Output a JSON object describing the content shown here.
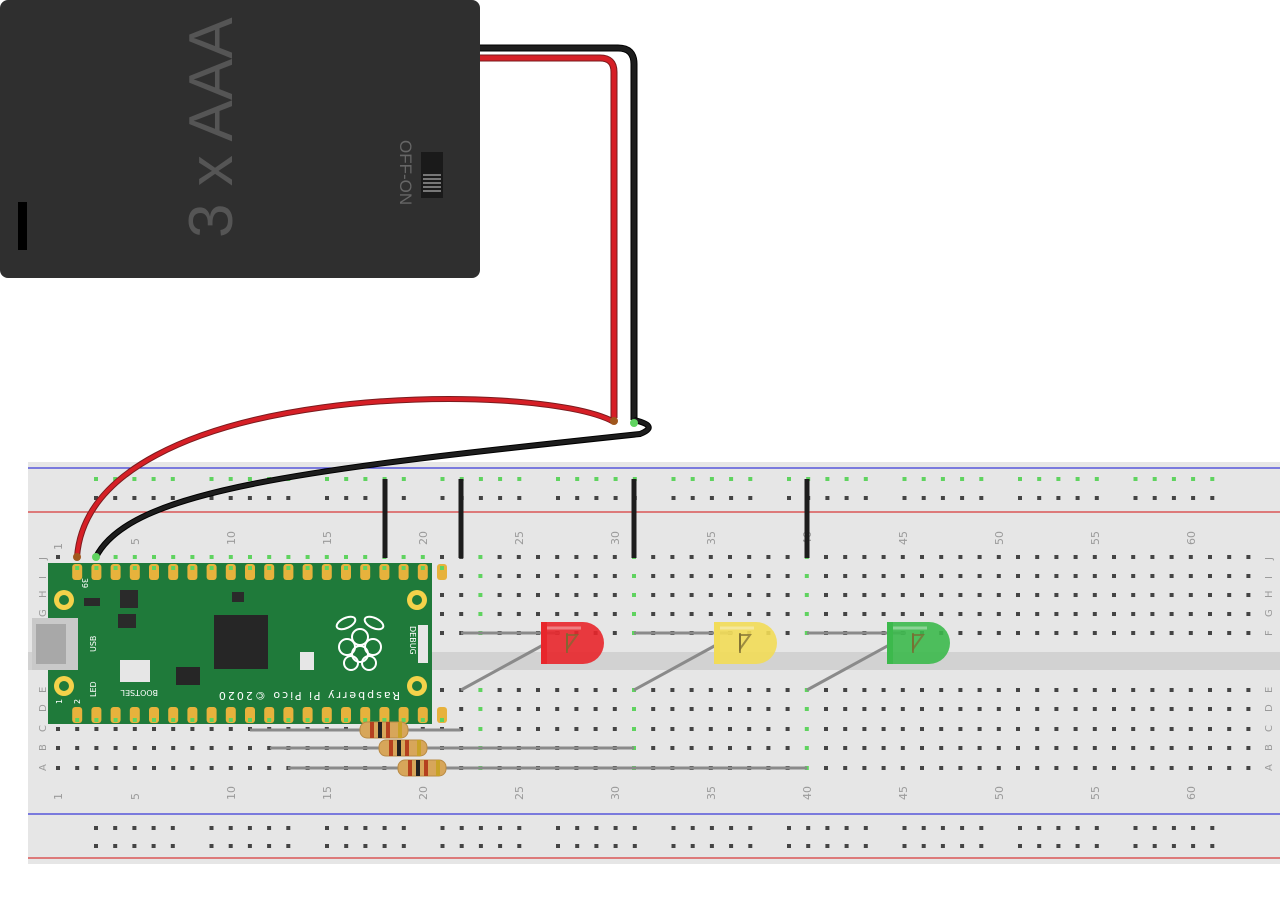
{
  "battery": {
    "label": "3 x AAA",
    "switch_label": "OFF-ON"
  },
  "pico": {
    "label": "Raspberry Pi Pico ©2020",
    "usb_label": "USB",
    "led_label": "LED",
    "bootsel_label": "BOOTSEL",
    "debug_label": "DEBUG",
    "pin_top": "39",
    "pin_bottom_1": "1",
    "pin_bottom_2": "2"
  },
  "breadboard": {
    "column_labels": [
      "1",
      "5",
      "10",
      "15",
      "20",
      "25",
      "30",
      "35",
      "40",
      "45",
      "50",
      "55",
      "60"
    ],
    "row_labels_top": [
      "J",
      "I",
      "H",
      "G",
      "F"
    ],
    "row_labels_bottom": [
      "E",
      "D",
      "C",
      "B",
      "A"
    ]
  },
  "leds": [
    {
      "name": "red-led",
      "color": "#e8262b"
    },
    {
      "name": "yellow-led",
      "color": "#f2dc57"
    },
    {
      "name": "green-led",
      "color": "#3cb94c"
    }
  ],
  "wires": {
    "positive": "#d61f26",
    "negative": "#1d1d1d"
  }
}
